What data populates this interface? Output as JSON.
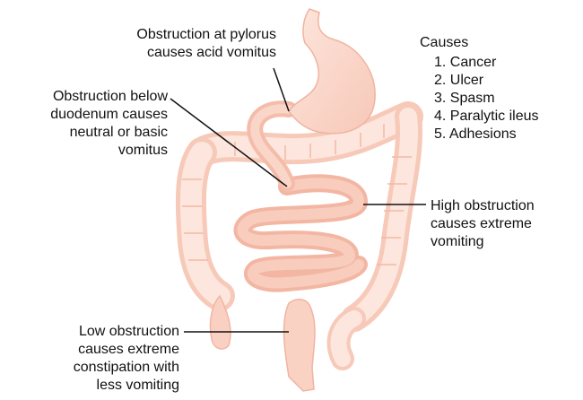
{
  "labels": {
    "pylorus": "Obstruction at pylorus\ncauses acid vomitus",
    "below_duodenum": "Obstruction below\nduodenum causes\nneutral or basic\nvomitus",
    "high": "High obstruction\ncauses extreme\nvomiting",
    "low": "Low obstruction\ncauses extreme\nconstipation with\nless vomiting"
  },
  "causes": {
    "title": "Causes",
    "items": [
      "1. Cancer",
      "2. Ulcer",
      "3. Spasm",
      "4. Paralytic ileus",
      "5. Adhesions"
    ]
  }
}
